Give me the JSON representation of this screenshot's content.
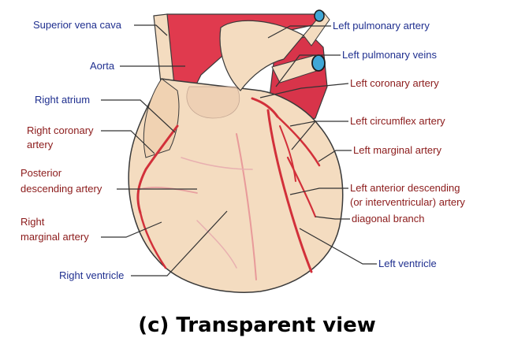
{
  "caption": "(c) Transparent view",
  "labels_left": {
    "superior_vena_cava": "Superior vena cava",
    "aorta": "Aorta",
    "right_atrium": "Right atrium",
    "right_coronary_artery_1": "Right coronary",
    "right_coronary_artery_2": "artery",
    "posterior_descending_1": "Posterior",
    "posterior_descending_2": "descending artery",
    "right_marginal_1": "Right",
    "right_marginal_2": "marginal artery",
    "right_ventricle": "Right ventricle"
  },
  "labels_right": {
    "left_pulmonary_artery": "Left pulmonary artery",
    "left_pulmonary_veins": "Left pulmonary veins",
    "left_coronary_artery": "Left coronary artery",
    "left_circumflex_artery": "Left circumflex artery",
    "left_marginal_artery": "Left marginal artery",
    "lad_1": "Left anterior descending",
    "lad_2": "(or interventricular) artery",
    "diagonal_branch": "diagonal branch",
    "left_ventricle": "Left ventricle"
  },
  "colors": {
    "heart_fill": "#f4dcc0",
    "aorta_red": "#e03a4e",
    "artery": "#d2303a",
    "outline": "#3a3a3a",
    "label_blue": "#1f2f8f",
    "label_red": "#8b1a1a"
  }
}
